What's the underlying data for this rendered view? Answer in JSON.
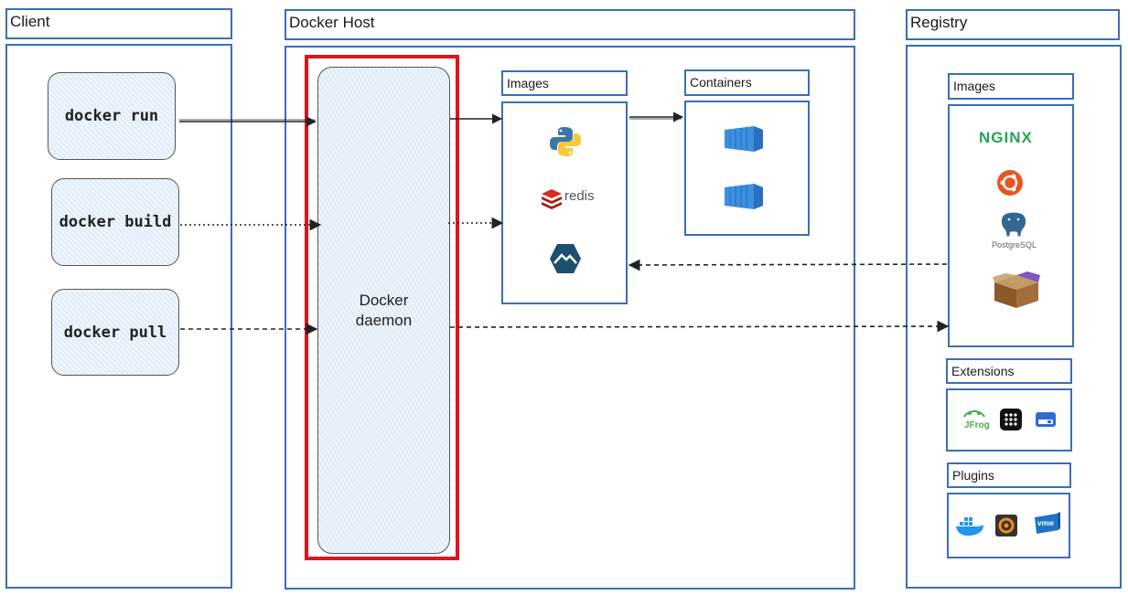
{
  "client": {
    "title": "Client",
    "commands": [
      "docker run",
      "docker build",
      "docker pull"
    ]
  },
  "host": {
    "title": "Docker Host",
    "daemon_line1": "Docker",
    "daemon_line2": "daemon",
    "images_title": "Images",
    "containers_title": "Containers",
    "image_icons": [
      "python-icon",
      "redis-icon",
      "alpine-icon"
    ],
    "redis_text": "redis"
  },
  "registry": {
    "title": "Registry",
    "images_title": "Images",
    "nginx_text": "NGINX",
    "postgres_text": "PostgreSQL",
    "extensions_title": "Extensions",
    "jfrog_text": "JFrog",
    "plugins_title": "Plugins",
    "vmw_text": "vmw"
  },
  "colors": {
    "border": "#3a6fb5",
    "highlight": "#e2121e",
    "container": "#3d8fe0",
    "nginx": "#25a550",
    "ubuntu": "#e9541e"
  }
}
